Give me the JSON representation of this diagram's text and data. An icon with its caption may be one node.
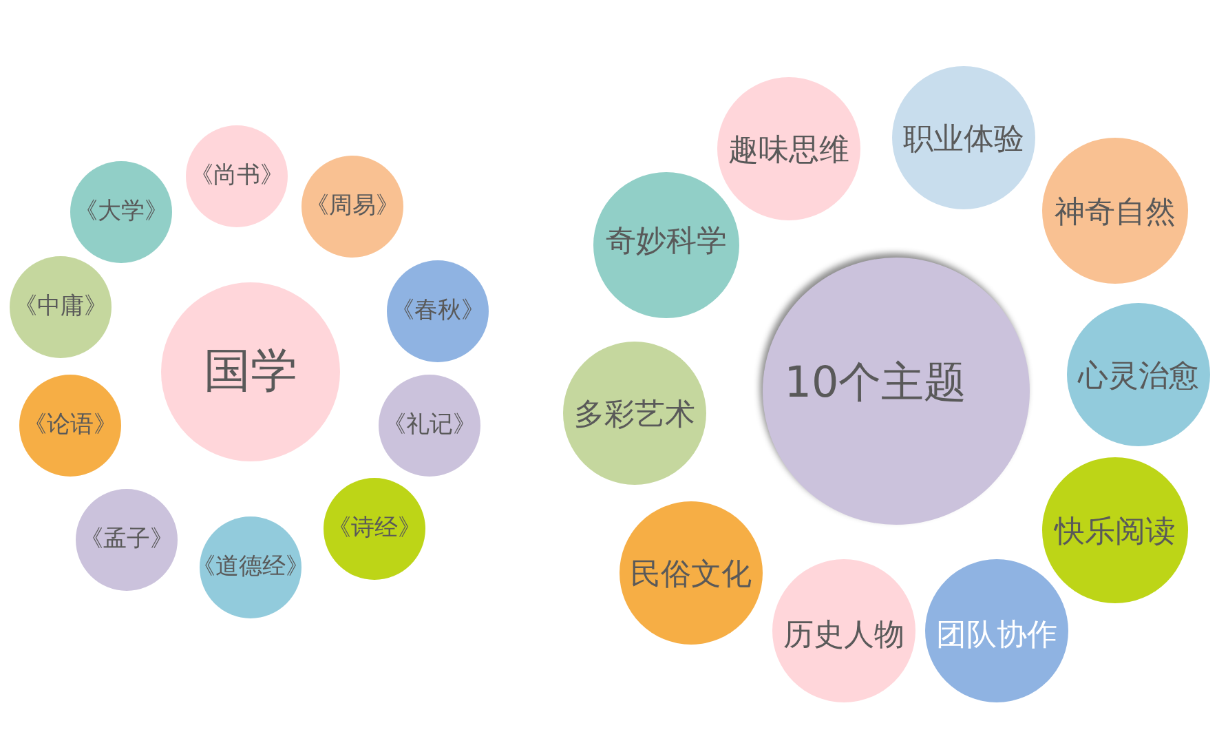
{
  "diagram": {
    "nodes": [
      {
        "text": [
          "国学"
        ]
      },
      {
        "text": [
          "《尚书》"
        ]
      },
      {
        "text": [
          "《周易》"
        ]
      },
      {
        "text": [
          "《春秋》"
        ]
      },
      {
        "text": [
          "《礼记》"
        ]
      },
      {
        "text": [
          "《诗经》"
        ]
      },
      {
        "text": [
          "《道德经》"
        ]
      },
      {
        "text": [
          "《孟子》"
        ]
      },
      {
        "text": [
          "《论语》"
        ]
      },
      {
        "text": [
          "《中庸》"
        ]
      },
      {
        "text": [
          "《大学》"
        ]
      },
      {
        "text": [
          "10个主题"
        ]
      },
      {
        "text": [
          "趣味思维"
        ]
      },
      {
        "text": [
          "职业体验"
        ]
      },
      {
        "text": [
          "神奇自然"
        ]
      },
      {
        "text": [
          "心灵治愈"
        ]
      },
      {
        "text": [
          "快乐阅读"
        ]
      },
      {
        "text": [
          "团队协作"
        ]
      },
      {
        "text": [
          "历史人物"
        ]
      },
      {
        "text": [
          "民俗文化"
        ]
      },
      {
        "text": [
          "多彩艺术"
        ]
      },
      {
        "text": [
          "奇妙科学"
        ]
      }
    ]
  }
}
